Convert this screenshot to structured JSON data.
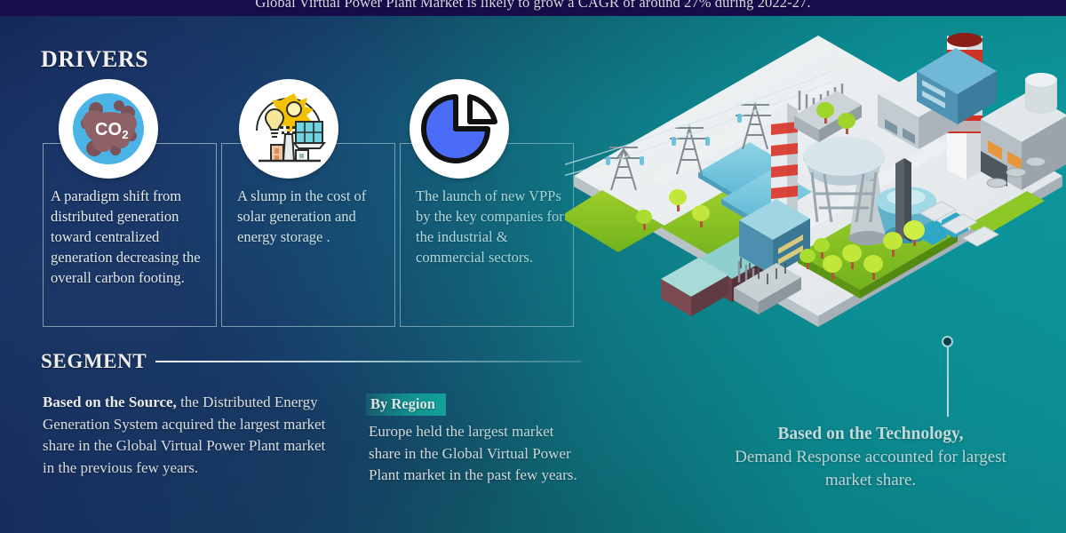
{
  "banner": {
    "text": "Global Virtual Power Plant Market is likely to grow a CAGR of around 27% during 2022-27."
  },
  "colors": {
    "banner_bg": "#160d4a",
    "navy": "#16275c",
    "teal": "#0d9aa0",
    "accent_chip": "#13a09c",
    "text": "#eef3f7",
    "box_border": "#d0e2ea"
  },
  "drivers": {
    "heading": "DRIVERS",
    "items": [
      {
        "icon": "co2-cloud-icon",
        "icon_label": "CO2",
        "text": "A paradigm shift from distributed generation toward centralized generation decreasing the overall carbon footing."
      },
      {
        "icon": "solar-energy-icon",
        "icon_label": "",
        "text": "A slump in the cost of solar generation and energy storage ."
      },
      {
        "icon": "pie-chart-icon",
        "icon_label": "",
        "text": "The launch of new VPPs by the key companies for the industrial & commercial sectors."
      }
    ]
  },
  "segment": {
    "heading": "SEGMENT",
    "source": {
      "lead": "Based on the Source,",
      "body": " the Distributed Energy Generation System acquired the largest market share in the Global Virtual Power Plant market in the previous few years."
    },
    "region": {
      "chip": "By Region",
      "body": "Europe held the largest market share in the Global Virtual Power Plant market in the past few years."
    }
  },
  "technology": {
    "lead": "Based on the Technology,",
    "body": "Demand Response accounted for largest market share."
  },
  "illustration": {
    "name": "isometric-power-plant-city"
  }
}
